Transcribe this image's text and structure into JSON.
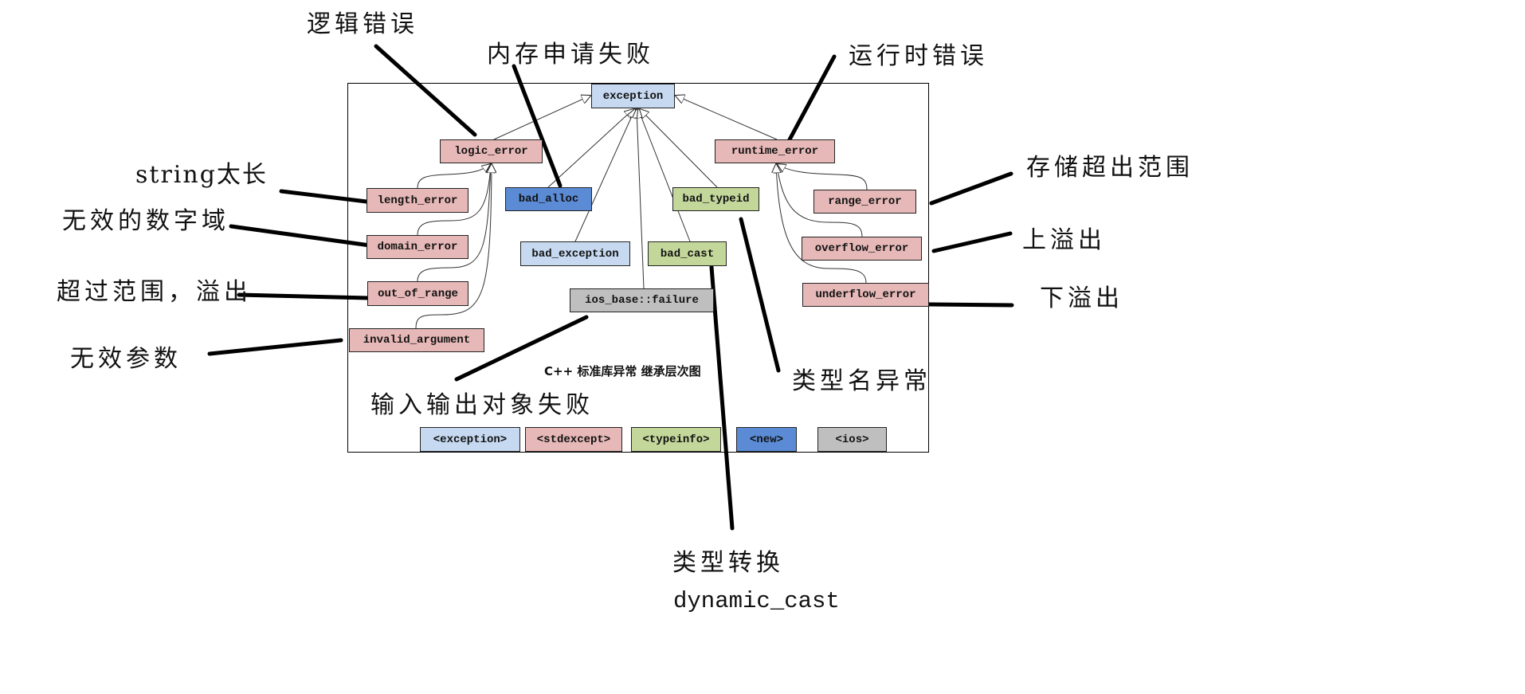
{
  "diagram": {
    "title": "C++ 标准库异常 继承层次图",
    "colors": {
      "exception": "#c6d9f1",
      "stdexcept": "#e6b8b7",
      "typeinfo": "#c4d79b",
      "new": "#5b8bd5",
      "ios": "#bfbfbf"
    },
    "nodes": {
      "exception": {
        "label": "exception",
        "header": "exception"
      },
      "logic_error": {
        "label": "logic_error",
        "header": "stdexcept",
        "parent": "exception"
      },
      "runtime_error": {
        "label": "runtime_error",
        "header": "stdexcept",
        "parent": "exception"
      },
      "length_error": {
        "label": "length_error",
        "header": "stdexcept",
        "parent": "logic_error"
      },
      "domain_error": {
        "label": "domain_error",
        "header": "stdexcept",
        "parent": "logic_error"
      },
      "out_of_range": {
        "label": "out_of_range",
        "header": "stdexcept",
        "parent": "logic_error"
      },
      "invalid_argument": {
        "label": "invalid_argument",
        "header": "stdexcept",
        "parent": "logic_error"
      },
      "bad_alloc": {
        "label": "bad_alloc",
        "header": "new",
        "parent": "exception"
      },
      "bad_exception": {
        "label": "bad_exception",
        "header": "exception",
        "parent": "exception"
      },
      "ios_base_failure": {
        "label": "ios_base::failure",
        "header": "ios",
        "parent": "exception"
      },
      "bad_typeid": {
        "label": "bad_typeid",
        "header": "typeinfo",
        "parent": "exception"
      },
      "bad_cast": {
        "label": "bad_cast",
        "header": "typeinfo",
        "parent": "exception"
      },
      "range_error": {
        "label": "range_error",
        "header": "stdexcept",
        "parent": "runtime_error"
      },
      "overflow_error": {
        "label": "overflow_error",
        "header": "stdexcept",
        "parent": "runtime_error"
      },
      "underflow_error": {
        "label": "underflow_error",
        "header": "stdexcept",
        "parent": "runtime_error"
      }
    },
    "legend": [
      {
        "label": "<exception>",
        "header": "exception"
      },
      {
        "label": "<stdexcept>",
        "header": "stdexcept"
      },
      {
        "label": "<typeinfo>",
        "header": "typeinfo"
      },
      {
        "label": "<new>",
        "header": "new"
      },
      {
        "label": "<ios>",
        "header": "ios"
      }
    ]
  },
  "annotations": {
    "logic_error": "逻辑错误",
    "bad_alloc": "内存申请失败",
    "runtime_error": "运行时错误",
    "length_error": "string太长",
    "domain_error": "无效的数字域",
    "out_of_range": "超过范围，溢出",
    "invalid_argument": "无效参数",
    "range_error": "存储超出范围",
    "overflow_error": "上溢出",
    "underflow_error": "下溢出",
    "ios_base_failure": "输入输出对象失败",
    "bad_typeid": "类型名异常",
    "bad_cast_line1": "类型转换",
    "bad_cast_line2": "dynamic_cast"
  }
}
